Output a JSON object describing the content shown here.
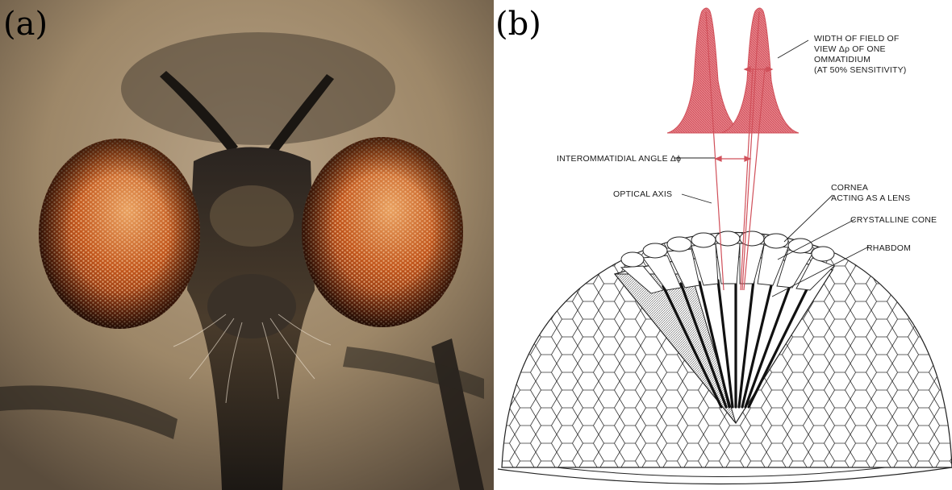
{
  "panels": {
    "a": {
      "label": "(a)"
    },
    "b": {
      "label": "(b)"
    }
  },
  "annotations": {
    "field_width": [
      "WIDTH OF FIELD OF",
      "VIEW Δρ OF ONE",
      "OMMATIDIUM",
      "(AT 50% SENSITIVITY)"
    ],
    "interommatidial_angle": "INTEROMMATIDIAL ANGLE Δϕ",
    "optical_axis": "OPTICAL AXIS",
    "cornea": [
      "CORNEA",
      "ACTING AS A LENS"
    ],
    "crystalline_cone": "CRYSTALLINE CONE",
    "rhabdom": "RHABDOM"
  },
  "colors": {
    "sensitivity_curve": "#e0646e",
    "eye_orange": "#c2561c",
    "background_beige": "#9c8465"
  }
}
